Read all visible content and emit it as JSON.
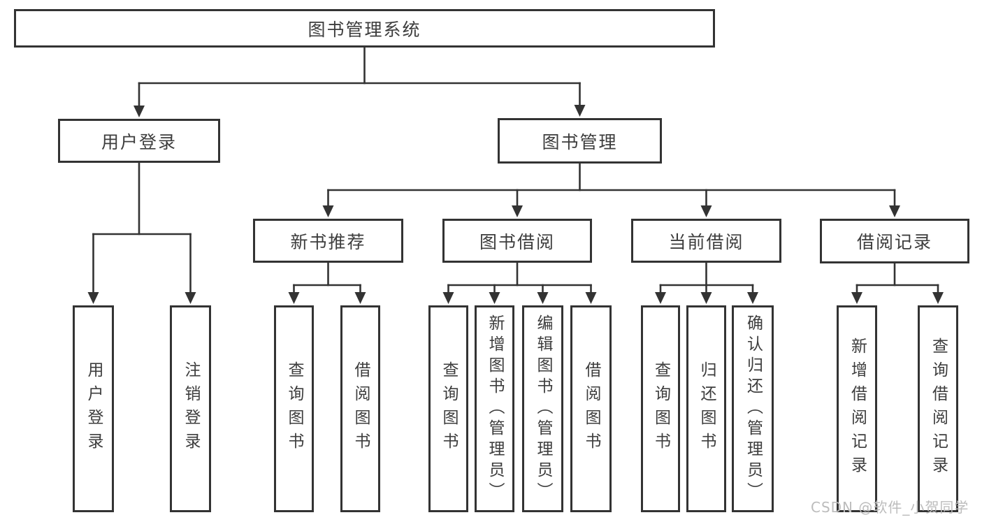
{
  "diagram": {
    "title": "图书管理系统",
    "nodes": [
      {
        "id": "root",
        "label": "图书管理系统",
        "parent": null
      },
      {
        "id": "user-login",
        "label": "用户登录",
        "parent": "root"
      },
      {
        "id": "book-mgmt",
        "label": "图书管理",
        "parent": "root"
      },
      {
        "id": "new-book-rec",
        "label": "新书推荐",
        "parent": "book-mgmt"
      },
      {
        "id": "book-borrow",
        "label": "图书借阅",
        "parent": "book-mgmt"
      },
      {
        "id": "current-borrow",
        "label": "当前借阅",
        "parent": "book-mgmt"
      },
      {
        "id": "borrow-records",
        "label": "借阅记录",
        "parent": "book-mgmt"
      },
      {
        "id": "leaf-user-login",
        "label": "用户登录",
        "parent": "user-login"
      },
      {
        "id": "leaf-logout",
        "label": "注销登录",
        "parent": "user-login"
      },
      {
        "id": "leaf-nbr-query",
        "label": "查询图书",
        "parent": "new-book-rec"
      },
      {
        "id": "leaf-nbr-borrow",
        "label": "借阅图书",
        "parent": "new-book-rec"
      },
      {
        "id": "leaf-bb-query",
        "label": "查询图书",
        "parent": "book-borrow"
      },
      {
        "id": "leaf-bb-add",
        "label": "新增图书（管理员）",
        "parent": "book-borrow"
      },
      {
        "id": "leaf-bb-edit",
        "label": "编辑图书（管理员）",
        "parent": "book-borrow"
      },
      {
        "id": "leaf-bb-borrow",
        "label": "借阅图书",
        "parent": "book-borrow"
      },
      {
        "id": "leaf-cb-query",
        "label": "查询图书",
        "parent": "current-borrow"
      },
      {
        "id": "leaf-cb-return",
        "label": "归还图书",
        "parent": "current-borrow"
      },
      {
        "id": "leaf-cb-confirm",
        "label": "确认归还（管理员）",
        "parent": "current-borrow"
      },
      {
        "id": "leaf-br-add",
        "label": "新增借阅记录",
        "parent": "borrow-records"
      },
      {
        "id": "leaf-br-query",
        "label": "查询借阅记录",
        "parent": "borrow-records"
      }
    ],
    "watermark": "CSDN @软件_小贺同学",
    "colors": {
      "line": "#333333",
      "border": "#333333",
      "text": "#3d3d3d",
      "watermark": "#bcbcbc",
      "background": "#ffffff"
    }
  }
}
